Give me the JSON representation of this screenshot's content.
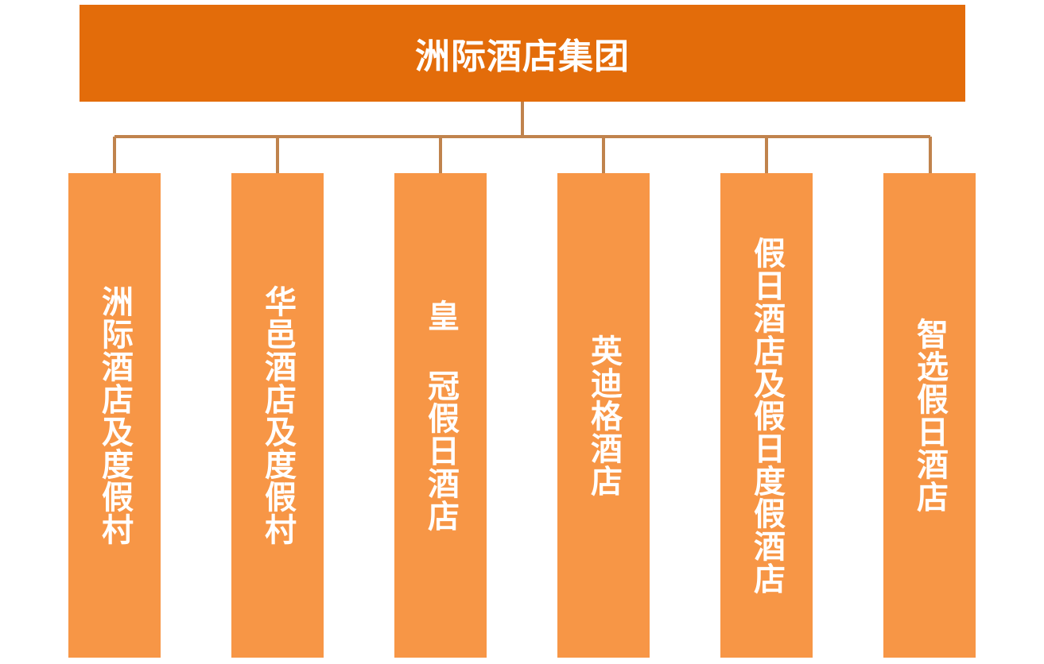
{
  "root": {
    "label": "洲际酒店集团"
  },
  "children": [
    {
      "label": "洲际酒店及度假村"
    },
    {
      "label": "华邑酒店及度假村"
    },
    {
      "label": "皇 冠假日酒店"
    },
    {
      "label": "英迪格酒店"
    },
    {
      "label": "假日酒店及假日度假酒店"
    },
    {
      "label": "智选假日酒店"
    }
  ],
  "colors": {
    "root_fill": "#e36c0a",
    "child_fill": "#f79646",
    "connector": "#c0834d",
    "text": "#ffffff"
  }
}
